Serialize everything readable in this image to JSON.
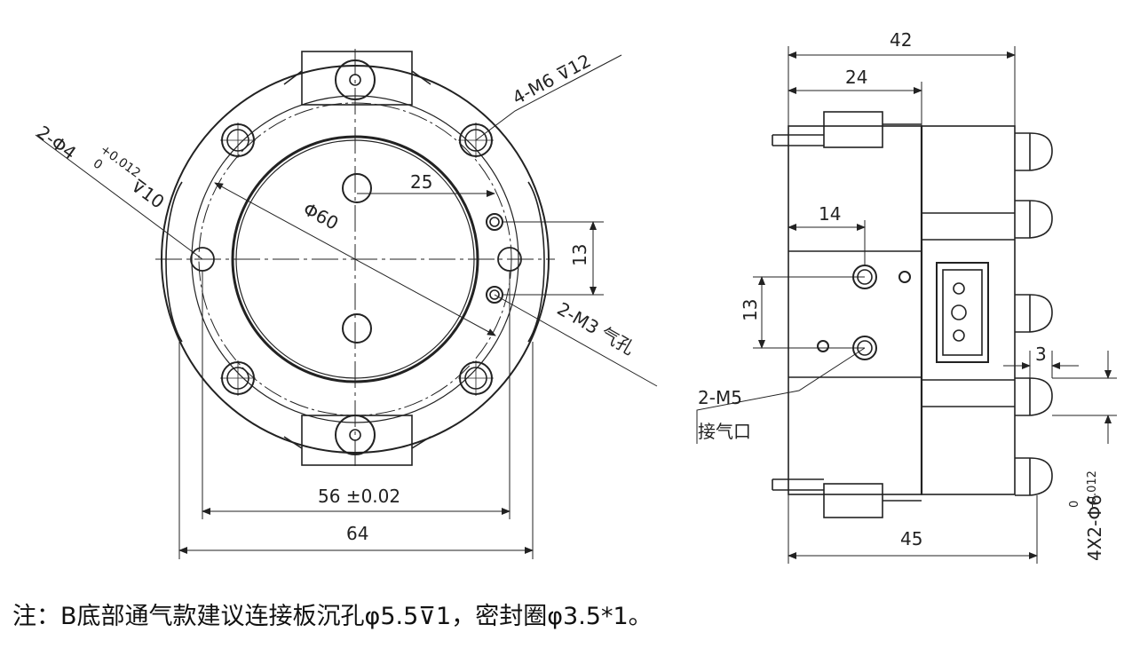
{
  "front_view": {
    "callout_m6": "4-M6 ⊽12",
    "callout_hole_main": "2-Φ4",
    "callout_hole_tol_upper": "+0.012",
    "callout_hole_tol_lower": "0",
    "callout_hole_depth": "⊽10",
    "dim_radius_offset": "25",
    "dim_diameter": "Φ60",
    "dim_vertical": "13",
    "callout_m3": "2-M3 气孔",
    "dim_bolt_spacing": "56 ±0.02",
    "dim_width": "64"
  },
  "side_view": {
    "dim_total": "42",
    "dim_partial": "24",
    "dim_port_offset": "14",
    "dim_port_spacing": "13",
    "callout_m5_line1": "2-M5",
    "callout_m5_line2": "接气口",
    "dim_small": "3",
    "dim_bottom": "45",
    "callout_pins": "4X2-Φ6",
    "callout_pins_tol_upper": "0",
    "callout_pins_tol_lower": "-0.012"
  },
  "note": "注：B底部通气款建议连接板沉孔φ5.5⊽1，密封圈φ3.5*1。"
}
